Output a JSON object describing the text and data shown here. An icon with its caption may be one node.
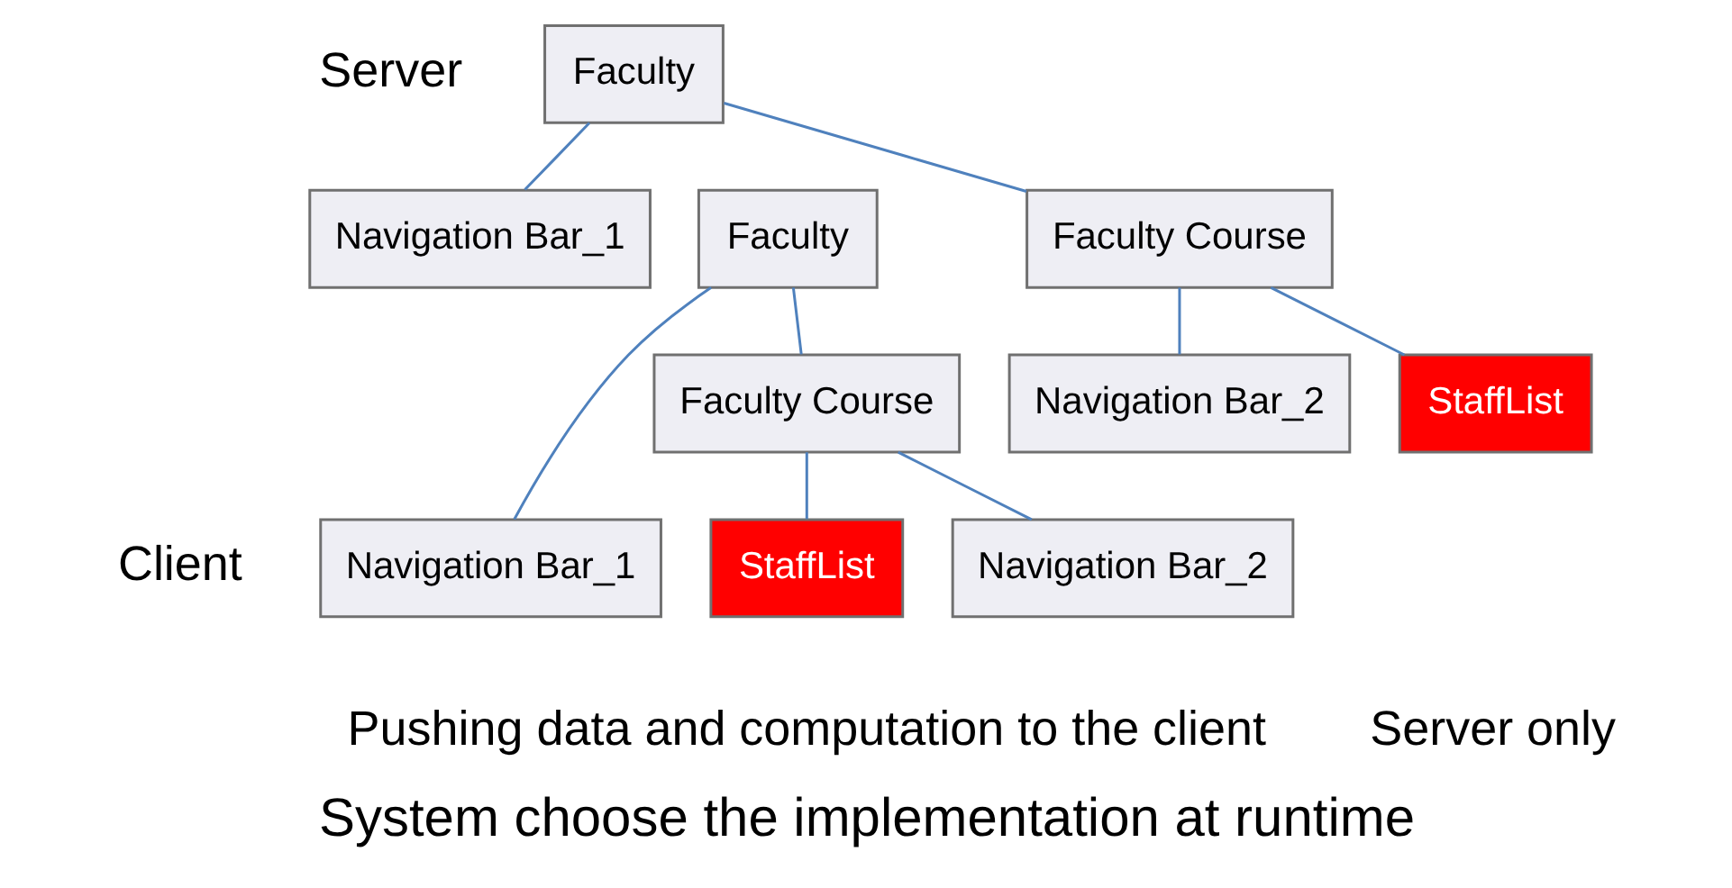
{
  "diagram": {
    "caption": "System choose the implementation at runtime",
    "nodes": [
      {
        "text": [
          "Faculty"
        ]
      },
      {
        "text": [
          "Faculty Course"
        ]
      },
      {
        "text": [
          "Navigation Bar_1"
        ]
      },
      {
        "text": [
          "StaffList"
        ]
      },
      {
        "text": [
          "Navigation Bar_2"
        ]
      },
      {
        "text": [
          "Faculty"
        ]
      },
      {
        "text": [
          "Faculty Course"
        ]
      },
      {
        "text": [
          "StaffList"
        ]
      },
      {
        "text": [
          "Navigation Bar_2"
        ]
      },
      {
        "text": [
          "Navigation Bar_1"
        ]
      }
    ],
    "edges": [
      {
        "from": 0,
        "to": 1,
        "arrow": "none"
      },
      {
        "from": 0,
        "to": 2,
        "arrow": "none"
      },
      {
        "from": 1,
        "to": 3,
        "arrow": "none"
      },
      {
        "from": 1,
        "to": 4,
        "arrow": "none"
      },
      {
        "from": 5,
        "to": 6,
        "arrow": "none"
      },
      {
        "from": 5,
        "to": 9,
        "arrow": "none"
      },
      {
        "from": 6,
        "to": 7,
        "arrow": "none"
      },
      {
        "from": 6,
        "to": 8,
        "arrow": "none"
      }
    ],
    "labels": [
      "Server",
      "Client",
      "Server only",
      "Pushing data and computation to the client"
    ]
  }
}
